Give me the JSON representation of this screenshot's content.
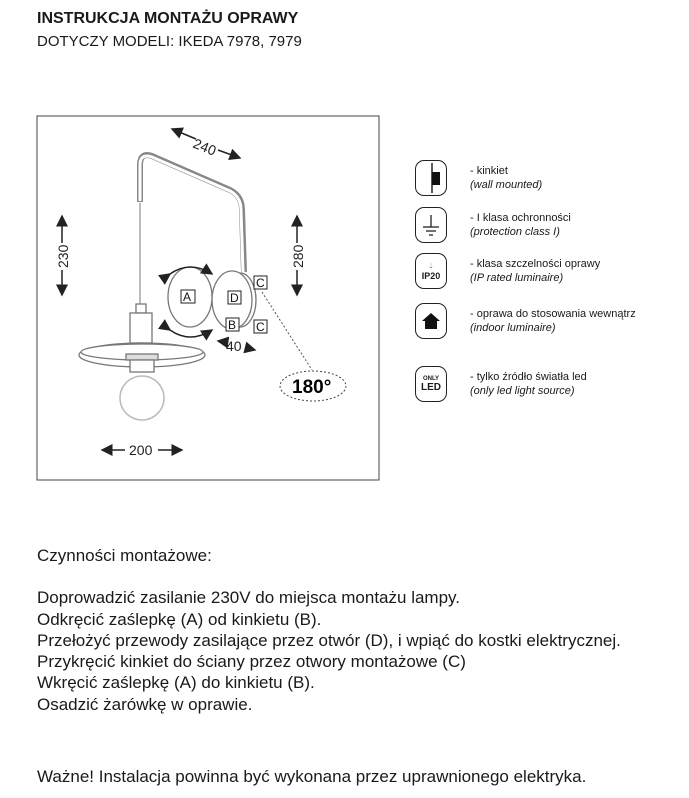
{
  "header": {
    "title": "INSTRUKCJA MONTAŻU OPRAWY",
    "subtitle": "DOTYCZY MODELI: IKEDA 7978, 7979"
  },
  "diagram": {
    "dim_arm": "240",
    "dim_height_left": "230",
    "dim_height_right": "280",
    "dim_shade": "200",
    "dim_plate": "40",
    "rotation": "180°",
    "labels": {
      "a": "A",
      "b": "B",
      "c": "C",
      "d": "D"
    }
  },
  "legend": [
    {
      "icon": "wall-mounted-icon",
      "label": "- kinkiet",
      "en": "(wall mounted)"
    },
    {
      "icon": "earth-ground-icon",
      "label": "- I klasa ochronności",
      "en": "(protection class I)"
    },
    {
      "icon": "ip-rating-icon",
      "icon_text": "IP20",
      "label": "- klasa szczelności oprawy",
      "en": "(IP rated luminaire)"
    },
    {
      "icon": "indoor-house-icon",
      "label": "- oprawa do stosowania wewnątrz",
      "en": "(indoor luminaire)"
    },
    {
      "icon": "only-led-icon",
      "icon_text_top": "ONLY",
      "icon_text_bottom": "LED",
      "label": "- tylko źródło światła led",
      "en": "(only led light source)"
    }
  ],
  "steps": {
    "heading": "Czynności montażowe:",
    "items": [
      "Doprowadzić zasilanie 230V do miejsca montażu lampy.",
      "Odkręcić zaślepkę (A) od kinkietu (B).",
      "Przełożyć przewody zasilające przez otwór (D), i wpiąć do kostki elektrycznej.",
      "Przykręcić kinkiet do ściany przez otwory montażowe (C)",
      "Wkręcić zaślepkę (A) do kinkietu (B).",
      "Osadzić żarówkę w oprawie."
    ]
  },
  "warning": "Ważne! Instalacja powinna być wykonana przez uprawnionego elektryka."
}
